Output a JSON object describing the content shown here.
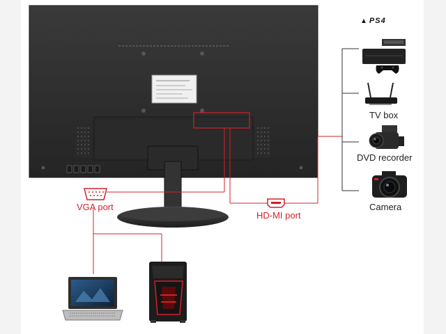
{
  "ports": {
    "vga": "VGA port",
    "hdmi": "HD-MI port"
  },
  "devices": {
    "ps4": "PS4",
    "tv_box": "TV box",
    "dvd_recorder": "DVD recorder",
    "camera": "Camera"
  },
  "colors": {
    "cable": "#d3202a",
    "bus": "#333333",
    "monitor": "#2a2a2a"
  },
  "icons": [
    "monitor-back",
    "stand",
    "vga-connector-icon",
    "hdmi-connector-icon",
    "game-console-icon",
    "tv-box-icon",
    "camcorder-icon",
    "camera-icon",
    "laptop-icon",
    "desktop-tower-icon"
  ]
}
